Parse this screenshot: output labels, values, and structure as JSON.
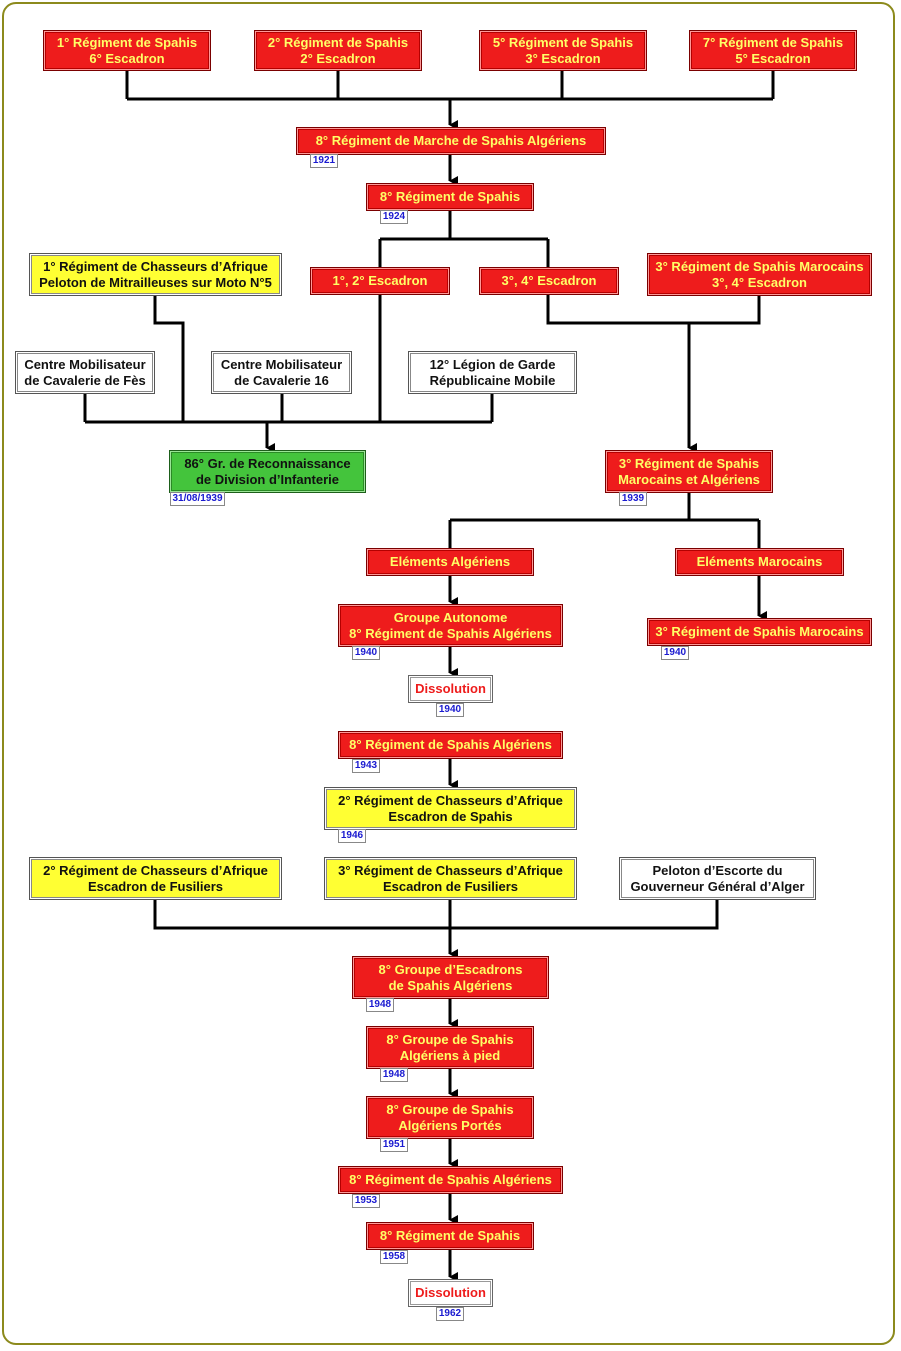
{
  "boxes": {
    "r1": [
      "1° Régiment de Spahis",
      "6° Escadron"
    ],
    "r2": [
      "2° Régiment de Spahis",
      "2° Escadron"
    ],
    "r5": [
      "5° Régiment de Spahis",
      "3° Escadron"
    ],
    "r7": [
      "7° Régiment de Spahis",
      "5° Escadron"
    ],
    "rm8": [
      "8° Régiment de Marche de Spahis Algériens"
    ],
    "rs8": [
      "8° Régiment de Spahis"
    ],
    "rca1": [
      "1° Régiment de Chasseurs d’Afrique",
      "Peloton de Mitrailleuses sur Moto N°5"
    ],
    "esc12": [
      "1°, 2° Escadron"
    ],
    "esc34": [
      "3°, 4° Escadron"
    ],
    "rsm3": [
      "3° Régiment de Spahis Marocains",
      "3°, 4° Escadron"
    ],
    "cmfes": [
      "Centre Mobilisateur",
      "de Cavalerie de Fès"
    ],
    "cm16": [
      "Centre Mobilisateur",
      "de Cavalerie 16"
    ],
    "lgrm12": [
      "12° Légion de Garde",
      "Républicaine Mobile"
    ],
    "gr86": [
      "86° Gr. de Reconnaissance",
      "de Division d’Infanterie"
    ],
    "rsma3": [
      "3° Régiment de Spahis",
      "Marocains et Algériens"
    ],
    "elalg": [
      "Eléments Algériens"
    ],
    "elmar": [
      "Eléments Marocains"
    ],
    "ga8": [
      "Groupe Autonome",
      "8° Régiment de Spahis Algériens"
    ],
    "rsm3b": [
      "3° Régiment de Spahis Marocains"
    ],
    "diss1": [
      "Dissolution"
    ],
    "rsa8a": [
      "8° Régiment de Spahis Algériens"
    ],
    "rca2sp": [
      "2° Régiment de Chasseurs d’Afrique",
      "Escadron de Spahis"
    ],
    "rca2fu": [
      "2° Régiment de Chasseurs d’Afrique",
      "Escadron de Fusiliers"
    ],
    "rca3fu": [
      "3° Régiment de Chasseurs d’Afrique",
      "Escadron de Fusiliers"
    ],
    "pegg": [
      "Peloton d’Escorte du",
      "Gouverneur Général d’Alger"
    ],
    "ge8": [
      "8° Groupe d’Escadrons",
      "de Spahis Algériens"
    ],
    "gsp8": [
      "8° Groupe de Spahis",
      "Algériens à pied"
    ],
    "gspo8": [
      "8° Groupe de Spahis",
      "Algériens Portés"
    ],
    "rsa8b": [
      "8° Régiment de Spahis Algériens"
    ],
    "rs8b": [
      "8° Régiment de Spahis"
    ],
    "diss2": [
      "Dissolution"
    ]
  },
  "dates": {
    "d1921": "1921",
    "d1924": "1924",
    "d1939a": "31/08/1939",
    "d1939b": "1939",
    "d1940a": "1940",
    "d1940b": "1940",
    "d1940c": "1940",
    "d1943": "1943",
    "d1946": "1946",
    "d1948a": "1948",
    "d1948b": "1948",
    "d1951": "1951",
    "d1953": "1953",
    "d1958": "1958",
    "d1962": "1962"
  },
  "colors": {
    "frame": "#8c8a1c",
    "regiment": "#ee1c1c",
    "regiment_text": "#ffff66",
    "chasseurs": "#ffff33",
    "reconnaissance": "#44c43c",
    "date_text": "#1a1ad0",
    "dissolution_text": "#ee1c1c"
  }
}
